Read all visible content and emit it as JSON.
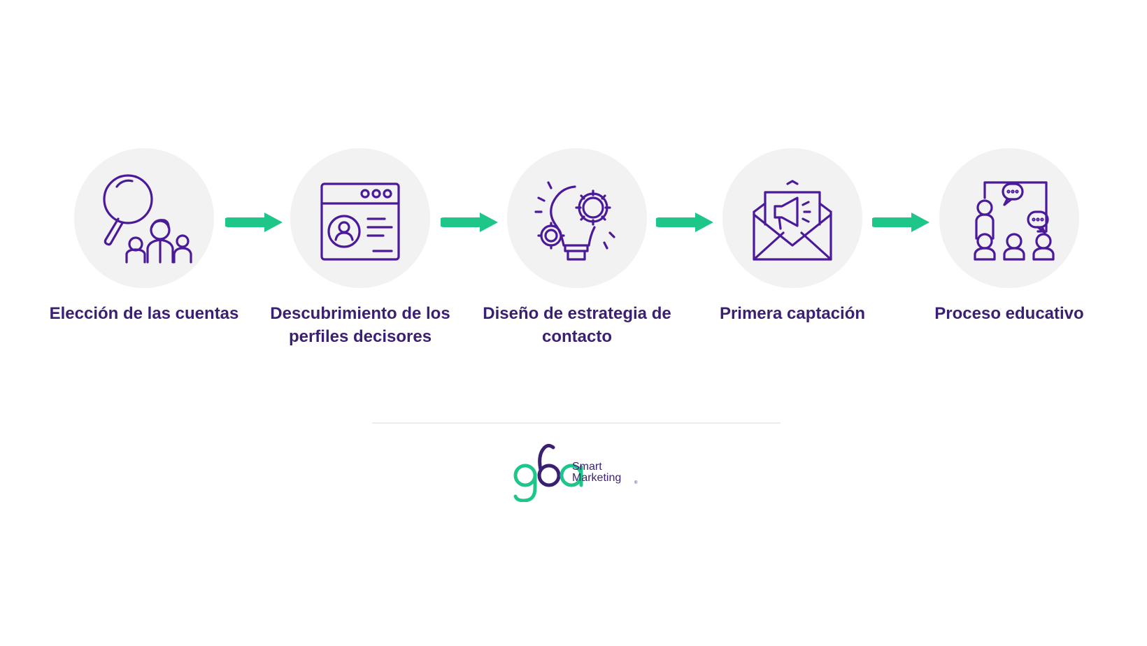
{
  "colors": {
    "primary": "#4b1a9a",
    "label": "#3b1f73",
    "accent": "#1fc68a",
    "circle": "#f2f2f2"
  },
  "steps": [
    {
      "label": "Elección de las cuentas",
      "icon": "search-people-icon"
    },
    {
      "label": "Descubrimiento de los perfiles decisores",
      "icon": "profile-browser-icon"
    },
    {
      "label": "Diseño de estrategia de contacto",
      "icon": "lightbulb-gears-icon"
    },
    {
      "label": "Primera captación",
      "icon": "envelope-megaphone-icon"
    },
    {
      "label": "Proceso educativo",
      "icon": "classroom-icon"
    }
  ],
  "logo": {
    "line1": "Smart",
    "line2": "Marketing",
    "mark": "®"
  }
}
